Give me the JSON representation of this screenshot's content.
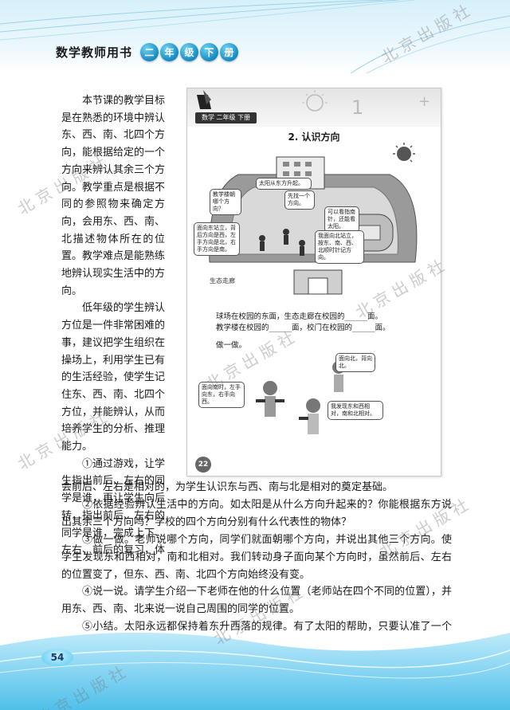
{
  "header": {
    "book_title": "数学教师用书",
    "grade_chars": [
      "二",
      "年",
      "级",
      "下",
      "册"
    ]
  },
  "watermark": "北京出版社",
  "left_column": [
    "本节课的教学目标是在熟悉的环境中辨认东、西、南、北四个方向，能根据给定的一个方向来辨认其余三个方向。教学重点是根据不同的参照物来确定方向，会用东、西、南、北描述物体所在的位置。教学难点是能熟练地辨认现实生活中的方向。",
    "低年级的学生辨认方位是一件非常困难的事，建议把学生组织在操场上，利用学生已有的生活经验，使学生记住东、西、南、北四个方位，并能辨认，从而培养学生的分析、推理能力。",
    "①通过游戏，让学生指出前后、左右的同学是谁，再让学生向后转，指出前后、左右的同学是谁，完成上下、左右、前后的复习，体"
  ],
  "full_column": [
    {
      "cont": true,
      "text": "会前后、左右是相对的，为学生认识东与西、南与北是相对的奠定基础。"
    },
    {
      "cont": false,
      "text": "②依据经验辨认生活中的方向。如太阳是从什么方向升起来的？你能根据东方说出其余三个方向吗？学校的四个方向分别有什么代表性的物体？"
    },
    {
      "cont": false,
      "text": "③做一做。老师说哪个方向，同学们就面朝哪个方向，并说出其他三个方向。使学生发现东和西相对，南和北相对。我们转动身子面向某个方向时，虽然前后、左右的位置变了，但东、西、南、北四个方向始终没有变。"
    },
    {
      "cont": false,
      "text": "④说一说。请学生介绍一下老师在他的什么位置（老师站在四个不同的位置），并用东、西、南、北来说一说自己周围的同学的位置。"
    },
    {
      "cont": false,
      "text": "⑤小结。太阳永远都保持着东升西落的规律。有了太阳的帮助，只要认准了一个方向，就能指出其余的三个方向。"
    }
  ],
  "textbook": {
    "bar": "数学  二年级  下册",
    "lesson_title": "2. 认识方向",
    "bubbles": [
      "太阳从东方升起。",
      "教学楼朝哪个方向？",
      "先找一个方向。",
      "可以看指南针，还能看太阳。",
      "面向东站立，背后方向是西，左手方向是北，右手方向是南。",
      "我面向北站立，按东、南、西、北顺时针记方向。",
      "面向北，背向北。",
      "面向南时，左手向东，右手向西。",
      "我发现东和西相对，南和北相对。"
    ],
    "scene_label": "生态走廊",
    "q1": "球场在校园的东面，生态走廊在校园的______面。",
    "q2": "教学楼在校园的______面，校门在校园的______面。",
    "do_it": "做一做。",
    "page_no": "22"
  },
  "page_number": "54"
}
